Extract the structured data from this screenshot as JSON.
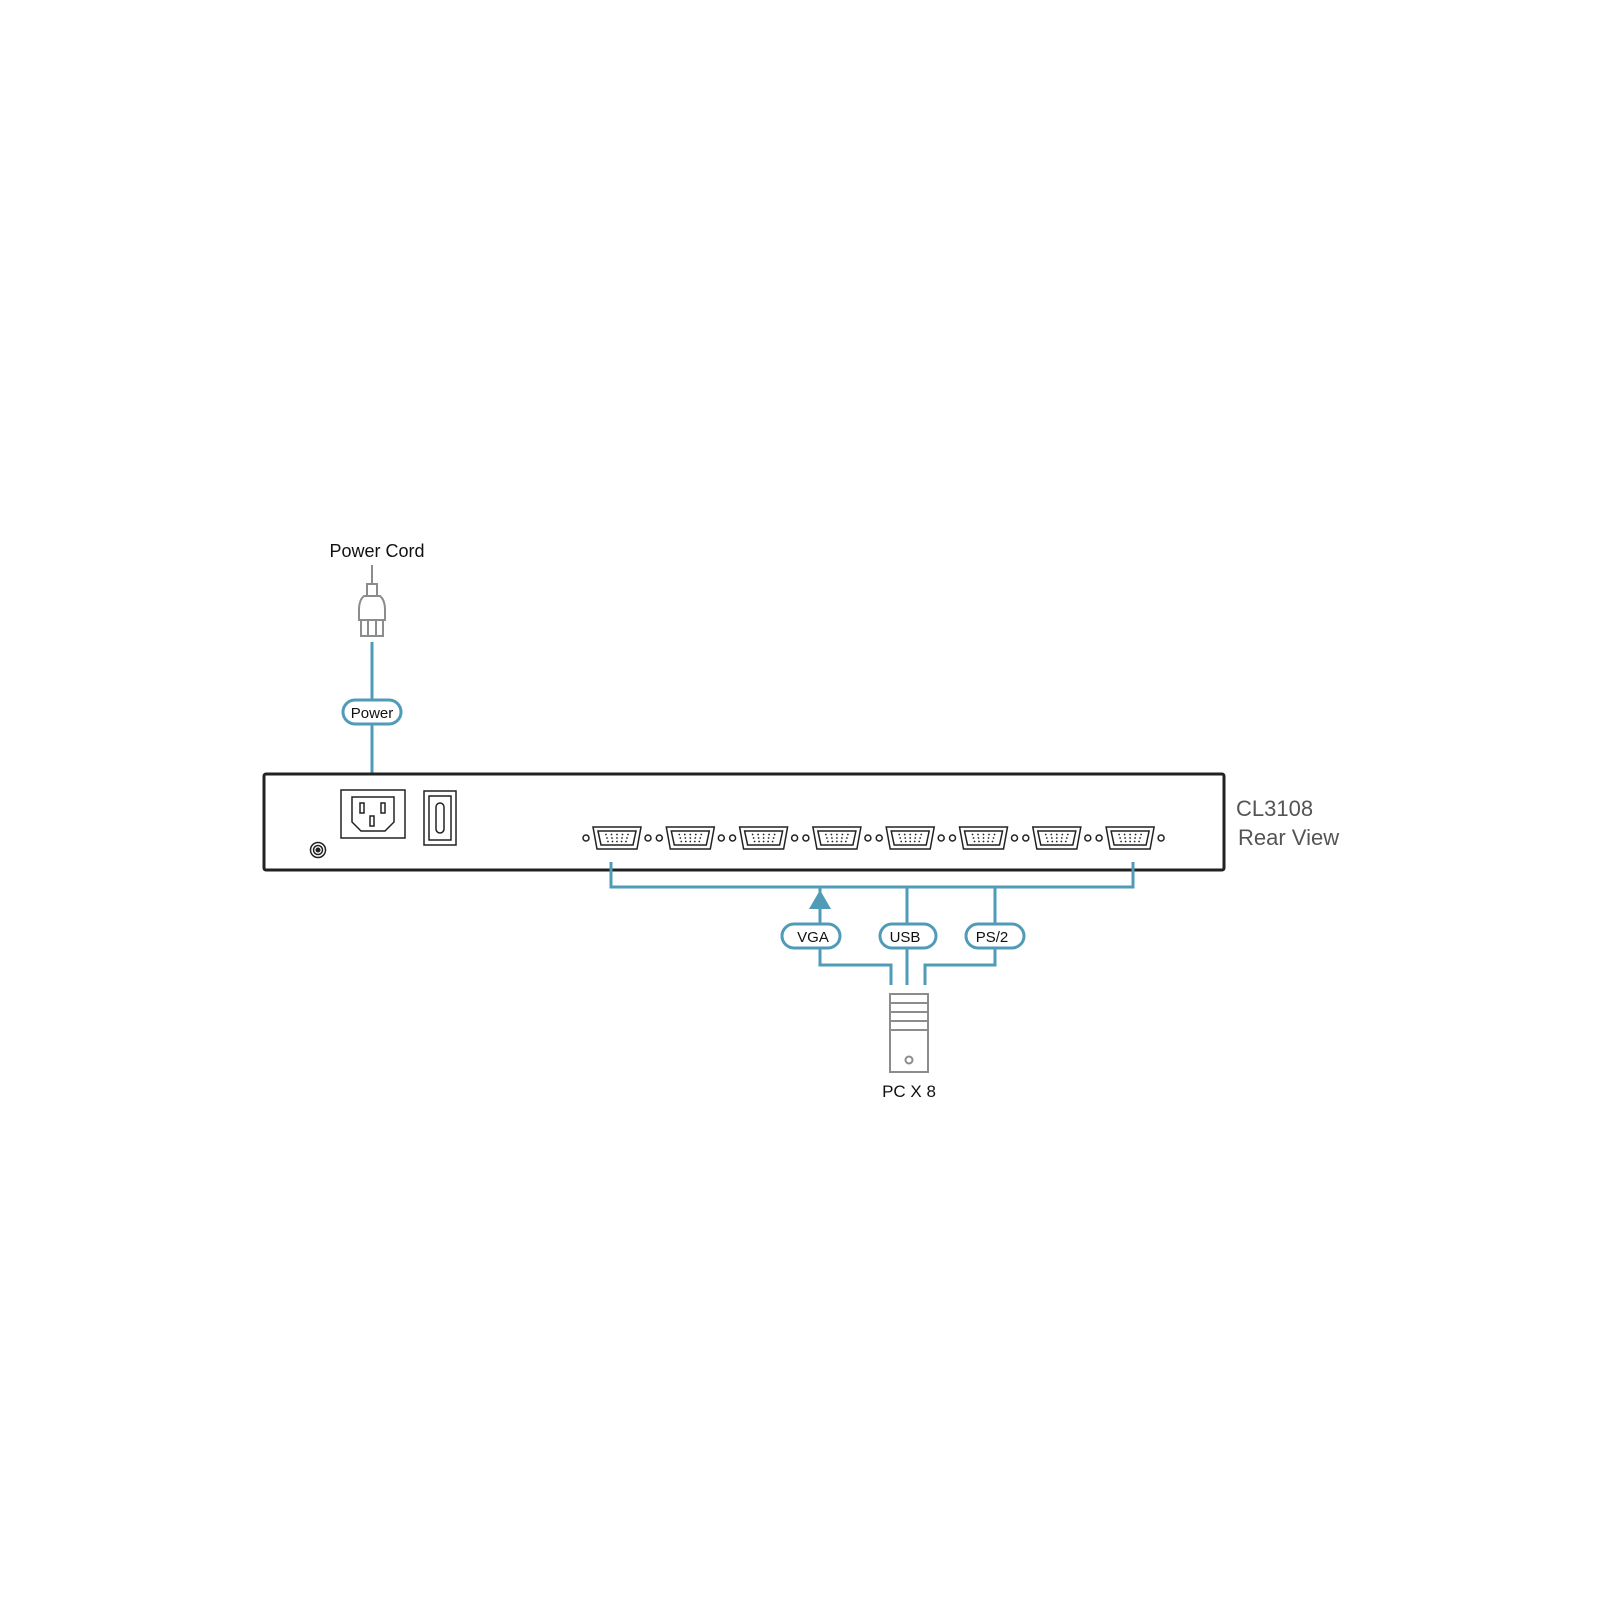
{
  "labels": {
    "power_cord": "Power Cord",
    "power_tag": "Power",
    "model": "CL3108",
    "view": "Rear View",
    "vga_tag": "VGA",
    "usb_tag": "USB",
    "ps2_tag": "PS/2",
    "pc": "PC X 8"
  },
  "port_count": 8,
  "colors": {
    "cable": "#4f9bb8",
    "chassis": "#222222",
    "connector_grey": "#8c8c8c"
  },
  "icons": [
    "power-plug-icon",
    "ac-inlet-icon",
    "power-switch-icon",
    "ground-screw-icon",
    "db15-port-icon",
    "pc-tower-icon",
    "arrow-up-icon"
  ]
}
